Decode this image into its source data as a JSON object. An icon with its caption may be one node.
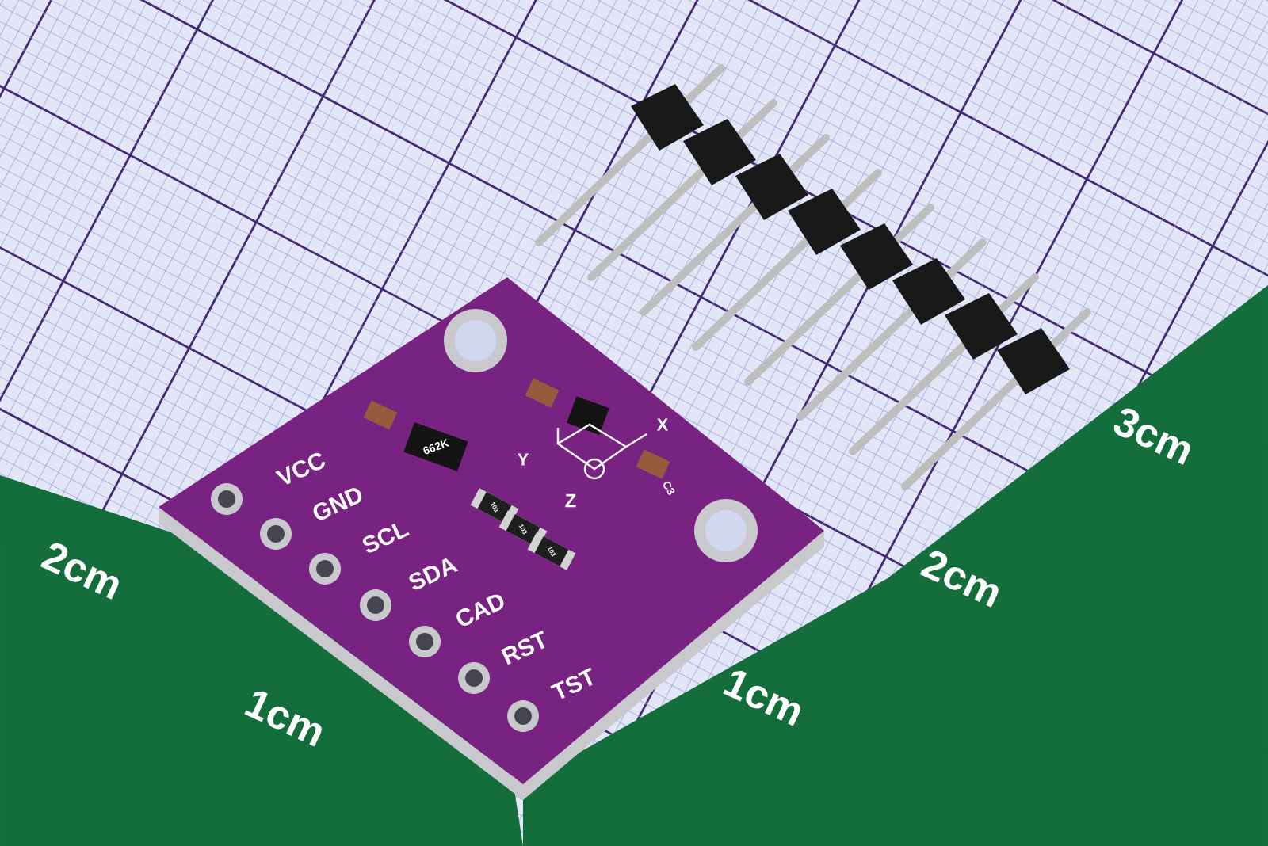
{
  "diagram": {
    "labels": [
      "VCC",
      "GND",
      "SCL",
      "SDA",
      "CAD",
      "RST",
      "TST",
      "662K",
      "Y",
      "X",
      "Z",
      "103",
      "103",
      "103",
      "C3",
      "2cm",
      "1cm",
      "1cm",
      "2cm",
      "3cm"
    ]
  }
}
